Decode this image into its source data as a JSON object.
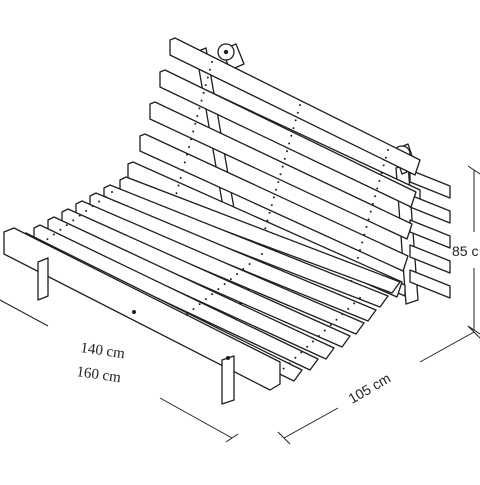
{
  "diagram": {
    "dimensions": {
      "width_primary": "140 cm",
      "width_secondary": "160 cm",
      "depth": "105 cm",
      "height": "85 c"
    },
    "colors": {
      "line": "#1e1e1e",
      "background": "#ffffff"
    }
  }
}
